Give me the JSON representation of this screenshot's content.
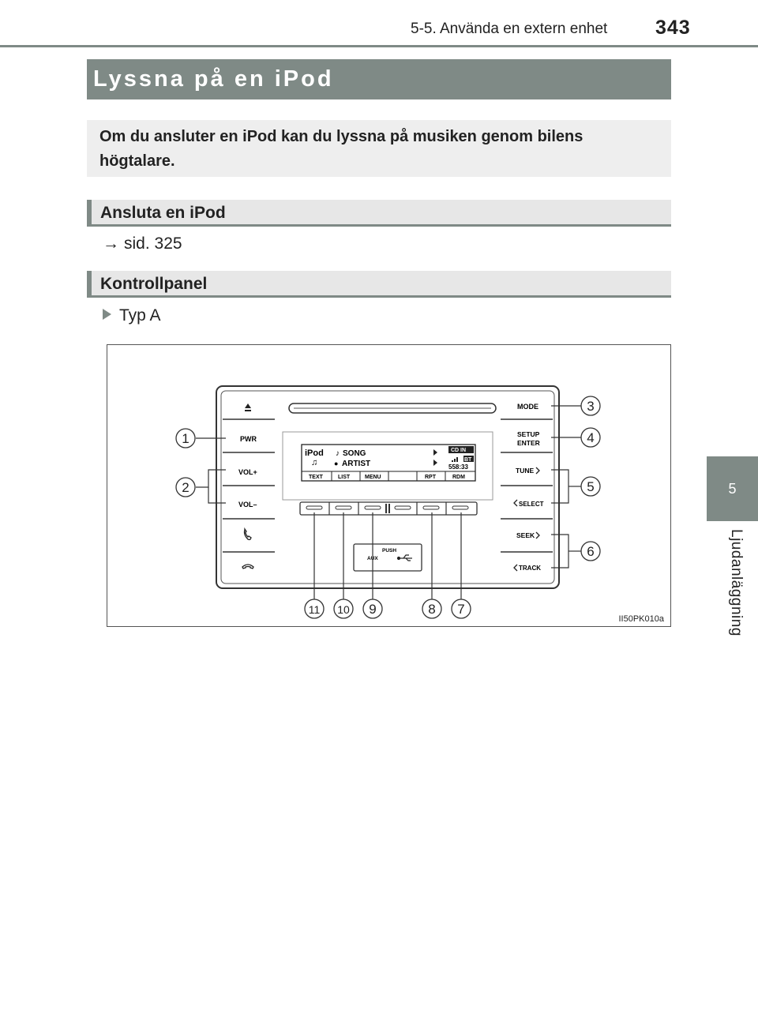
{
  "header": {
    "section": "5-5. Använda en extern enhet",
    "page_number": "343"
  },
  "side_tab": {
    "chapter": "5",
    "label": "Ljudanläggning"
  },
  "title": "Lyssna på en iPod",
  "intro": "Om du ansluter en iPod kan du lyssna på musiken genom bilens högtalare.",
  "sections": {
    "connect": {
      "heading": "Ansluta en iPod",
      "reference": "sid. 325"
    },
    "control": {
      "heading": "Kontrollpanel",
      "type_label": "Typ A"
    }
  },
  "figure": {
    "code": "II50PK010a",
    "left_buttons": [
      "PWR",
      "VOL+",
      "VOL–"
    ],
    "right_buttons": [
      "MODE",
      "SETUP",
      "ENTER",
      "TUNE",
      "SELECT",
      "SEEK",
      "TRACK"
    ],
    "display": {
      "source": "iPod",
      "song": "SONG",
      "artist": "ARTIST",
      "cd_badge": "CD IN",
      "bt_badge": "BT",
      "time": "558:33",
      "soft_keys": [
        "TEXT",
        "LIST",
        "MENU",
        "RPT",
        "RDM"
      ]
    },
    "aux": {
      "push": "PUSH",
      "label": "AUX"
    },
    "callouts": [
      "1",
      "2",
      "3",
      "4",
      "5",
      "6",
      "7",
      "8",
      "9",
      "10",
      "11"
    ]
  }
}
